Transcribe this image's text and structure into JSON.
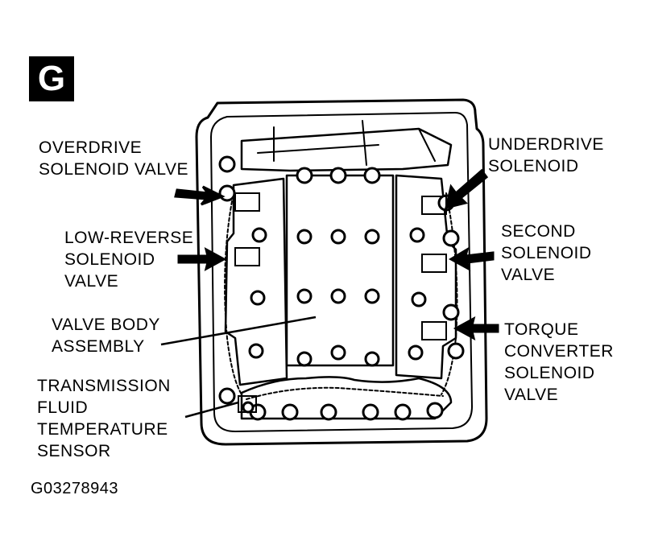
{
  "figure": {
    "panel_letter": "G",
    "figure_id": "G03278943"
  },
  "callouts": {
    "overdrive": [
      "OVERDRIVE",
      "SOLENOID VALVE"
    ],
    "low_reverse": [
      "LOW-REVERSE",
      "SOLENOID",
      "VALVE"
    ],
    "valve_body": [
      "VALVE BODY",
      "ASSEMBLY"
    ],
    "fluid_temp": [
      "TRANSMISSION",
      "FLUID",
      "TEMPERATURE",
      "SENSOR"
    ],
    "underdrive": [
      "UNDERDRIVE",
      "SOLENOID"
    ],
    "second": [
      "SECOND",
      "SOLENOID",
      "VALVE"
    ],
    "torque_converter": [
      "TORQUE",
      "CONVERTER",
      "SOLENOID",
      "VALVE"
    ]
  },
  "colors": {
    "ink": "#000000",
    "paper": "#ffffff"
  }
}
